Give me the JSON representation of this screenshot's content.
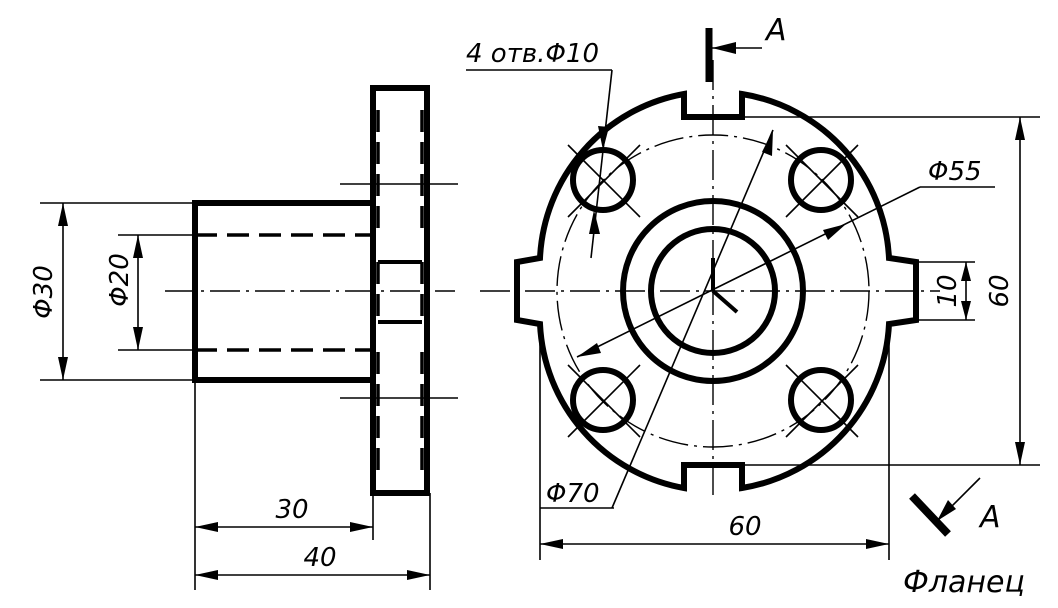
{
  "dimensions": {
    "outer_diameter_boss": "Φ30",
    "bore_diameter": "Φ20",
    "boss_length": "30",
    "total_length": "40",
    "holes_note": "4 отв.Φ10",
    "bolt_circle": "Φ55",
    "flange_diameter": "Φ70",
    "slot_width": "10",
    "width": "60",
    "height": "60"
  },
  "section_labels": {
    "top": "A",
    "bottom": "A"
  },
  "title": "Фланец"
}
